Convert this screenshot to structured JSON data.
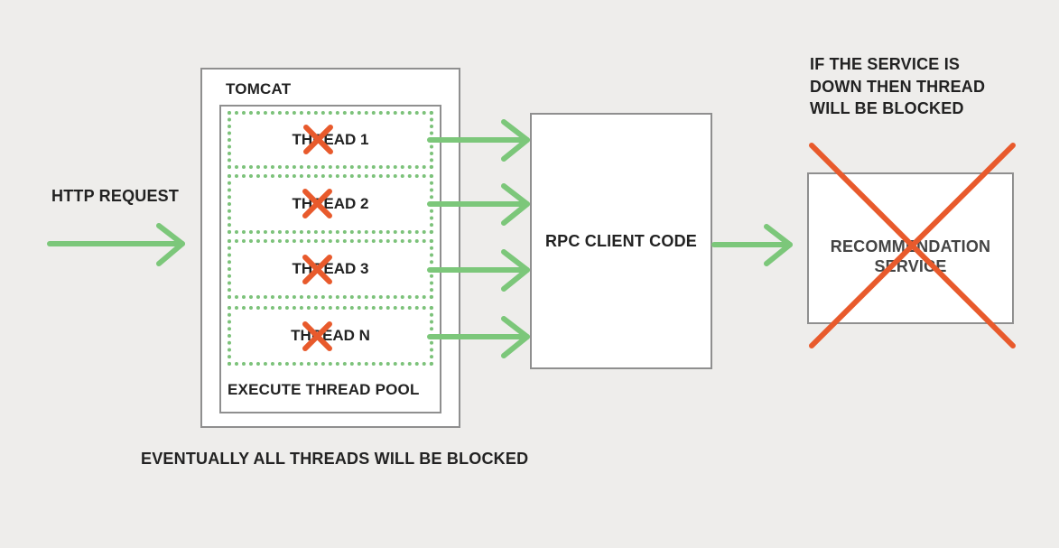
{
  "http_request_label": "HTTP REQUEST",
  "tomcat": {
    "title": "TOMCAT",
    "pool_label": "EXECUTE THREAD POOL",
    "threads": [
      "THREAD 1",
      "THREAD 2",
      "THREAD 3",
      "THREAD N"
    ]
  },
  "rpc_label": "RPC CLIENT CODE",
  "recommendation_label": "RECOMMENDATION\nSERVICE",
  "service_down_note": "IF THE SERVICE IS\nDOWN THEN THREAD\nWILL BE BLOCKED",
  "footer_note": "EVENTUALLY ALL THREADS WILL BE BLOCKED",
  "colors": {
    "arrow": "#7cc77a",
    "cross": "#e85a2c",
    "box_border": "#8f8f8f",
    "background": "#eeedeb"
  }
}
